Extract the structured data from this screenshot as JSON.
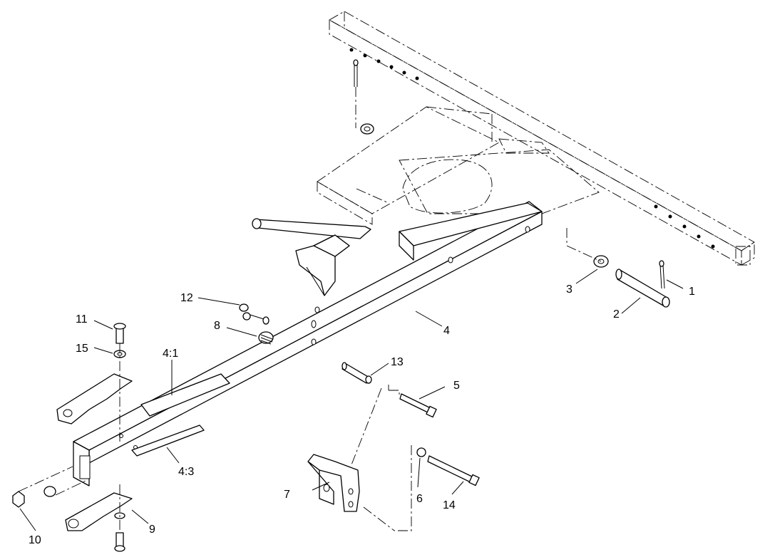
{
  "callouts": {
    "c1": "1",
    "c2": "2",
    "c3": "3",
    "c4": "4",
    "c4_1": "4:1",
    "c4_3": "4:3",
    "c5": "5",
    "c6": "6",
    "c7": "7",
    "c8": "8",
    "c9": "9",
    "c10": "10",
    "c11": "11",
    "c12": "12",
    "c13": "13",
    "c14": "14",
    "c15": "15"
  }
}
